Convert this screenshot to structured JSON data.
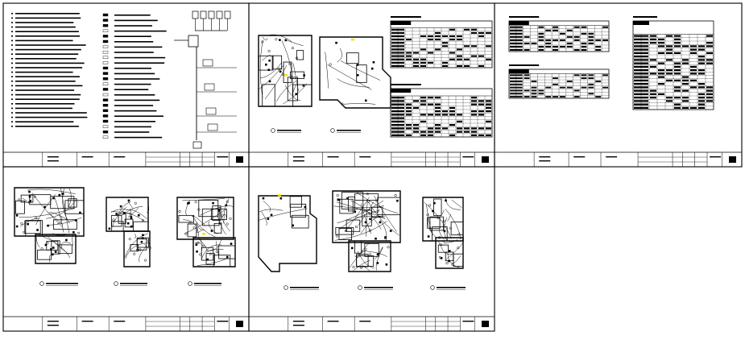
{
  "drawing_set": {
    "sheet_count": 5,
    "empty_slots": 1,
    "highlight_color": "#f2e600",
    "line_color": "#000000",
    "background_color": "#ffffff"
  },
  "sheets": [
    {
      "id": "sheet-1",
      "content": "general-notes-legend-and-riser-diagram"
    },
    {
      "id": "sheet-2",
      "content": "floor-plans-and-schedules"
    },
    {
      "id": "sheet-3",
      "content": "panel-schedules"
    },
    {
      "id": "sheet-4",
      "content": "floor-plans"
    },
    {
      "id": "sheet-5",
      "content": "floor-plans"
    }
  ]
}
